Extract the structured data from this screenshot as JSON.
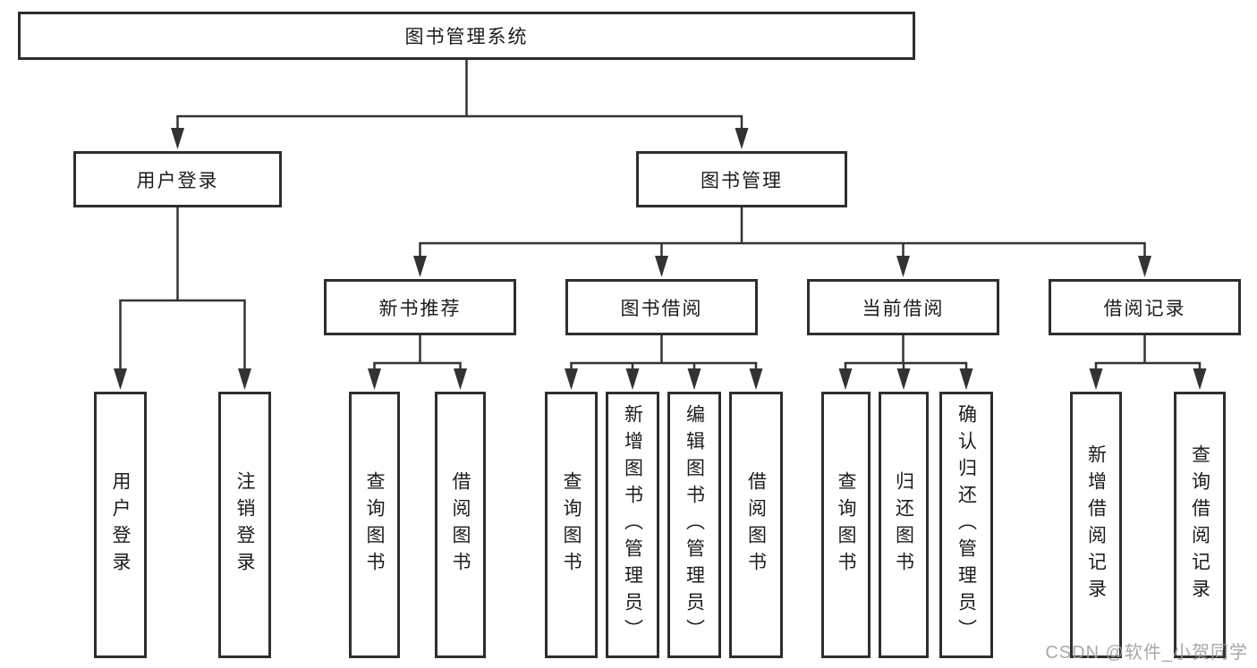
{
  "diagram": {
    "title_note": "functional structure tree diagram",
    "root": {
      "label": "图书管理系统"
    },
    "level2": [
      {
        "id": "user-login",
        "label": "用户登录"
      },
      {
        "id": "book-management",
        "label": "图书管理"
      }
    ],
    "level3": [
      {
        "id": "new-book-recommendation",
        "label": "新书推荐",
        "parent": "图书管理"
      },
      {
        "id": "book-borrowing",
        "label": "图书借阅",
        "parent": "图书管理"
      },
      {
        "id": "current-borrowing",
        "label": "当前借阅",
        "parent": "图书管理"
      },
      {
        "id": "borrowing-records",
        "label": "借阅记录",
        "parent": "图书管理"
      }
    ],
    "leaves": [
      {
        "id": "user-login-leaf",
        "label": "用户登录",
        "parent": "用户登录"
      },
      {
        "id": "logout",
        "label": "注销登录",
        "parent": "用户登录"
      },
      {
        "id": "query-books-recommend",
        "label": "查询图书",
        "parent": "新书推荐"
      },
      {
        "id": "borrow-books-recommend",
        "label": "借阅图书",
        "parent": "新书推荐"
      },
      {
        "id": "query-books-borrowing",
        "label": "查询图书",
        "parent": "图书借阅"
      },
      {
        "id": "add-book-admin",
        "label": "新增图书（管理员）",
        "parent": "图书借阅"
      },
      {
        "id": "edit-book-admin",
        "label": "编辑图书（管理员）",
        "parent": "图书借阅"
      },
      {
        "id": "borrow-books-borrowing",
        "label": "借阅图书",
        "parent": "图书借阅"
      },
      {
        "id": "query-books-current",
        "label": "查询图书",
        "parent": "当前借阅"
      },
      {
        "id": "return-book",
        "label": "归还图书",
        "parent": "当前借阅"
      },
      {
        "id": "confirm-return-admin",
        "label": "确认归还（管理员）",
        "parent": "当前借阅"
      },
      {
        "id": "add-borrow-record",
        "label": "新增借阅记录",
        "parent": "借阅记录"
      },
      {
        "id": "query-borrow-record",
        "label": "查询借阅记录",
        "parent": "借阅记录"
      }
    ],
    "watermark": "CSDN @软件_小贺同学",
    "colors": {
      "line": "#333333",
      "box_border": "#2e2e2e",
      "text": "#1c1c1c",
      "watermark": "#9e9e9e",
      "background": "#ffffff"
    }
  }
}
